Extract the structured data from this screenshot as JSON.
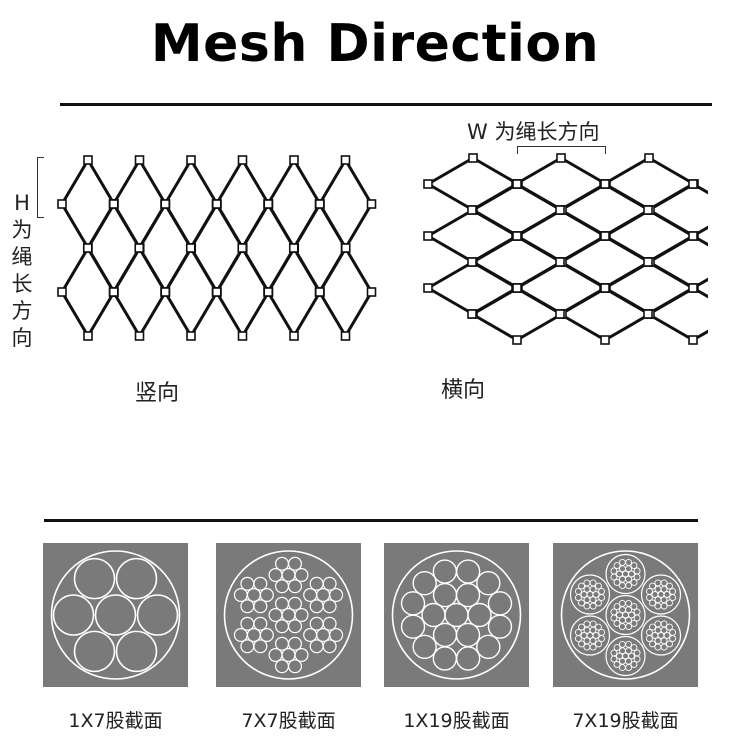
{
  "title": "Mesh Direction",
  "height_label": "H 为绳长方向",
  "width_label": "W 为绳长方向",
  "captions": {
    "vertical": "竖向",
    "horizontal": "横向"
  },
  "cross_sections": [
    {
      "label": "1X7股截面"
    },
    {
      "label": "7X7股截面"
    },
    {
      "label": "1X19股截面"
    },
    {
      "label": "7X19股截面"
    }
  ],
  "colors": {
    "tile_background": "#7a7a7a",
    "wire": "#ffffff",
    "mesh_line": "#111111"
  }
}
